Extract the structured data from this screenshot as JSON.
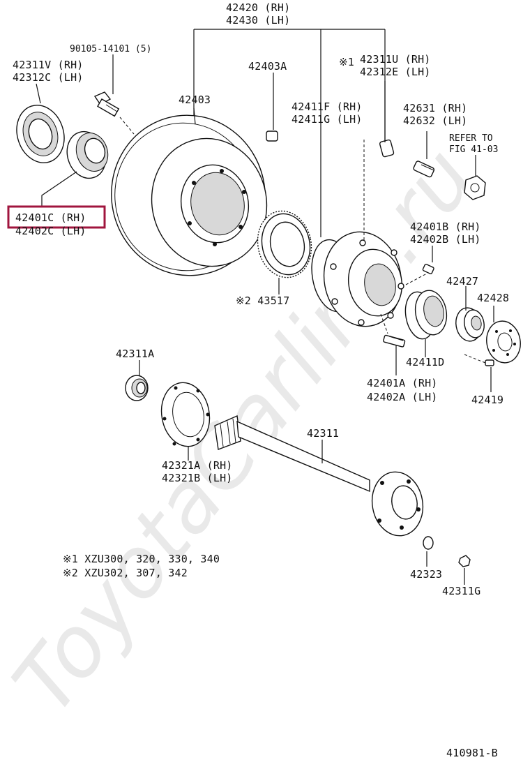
{
  "watermark": "ToyotaCarline.ru",
  "labels": {
    "hub_rh": "42420 (RH)",
    "hub_lh": "42430 (LH)",
    "bolt": "90105-14101 (5)",
    "seal_v_rh": "42311V (RH)",
    "seal_c_lh": "42312C (LH)",
    "drum": "42403",
    "clip": "42403A",
    "mark1": "※1",
    "stud_u_rh": "42311U (RH)",
    "stud_e_lh": "42312E (LH)",
    "hub_f_rh": "42411F (RH)",
    "hub_g_lh": "42411G (LH)",
    "bolt_631_rh": "42631 (RH)",
    "bolt_632_lh": "42632 (LH)",
    "refer": "REFER TO",
    "fig": "FIG 41-03",
    "bearing_c_rh": "42401C (RH)",
    "bearing_c_lh": "42402C (LH)",
    "bearing_b_rh": "42401B (RH)",
    "bearing_b_lh": "42402B (LH)",
    "sensor_ring": "※2 43517",
    "nut_427": "42427",
    "washer_428": "42428",
    "bearing_d": "42411D",
    "bolt_a_rh": "42401A (RH)",
    "bolt_a_lh": "42402A (LH)",
    "screw_419": "42419",
    "retainer": "42311A",
    "shaft": "42311",
    "gasket_a_rh": "42321A (RH)",
    "gasket_b_lh": "42321B (LH)",
    "washer_323": "42323",
    "nut_g": "42311G",
    "note1": "※1 XZU300, 320, 330, 340",
    "note2": "※2 XZU302, 307, 342",
    "fig_code": "410981-B"
  },
  "highlight_color": "#a0153e"
}
